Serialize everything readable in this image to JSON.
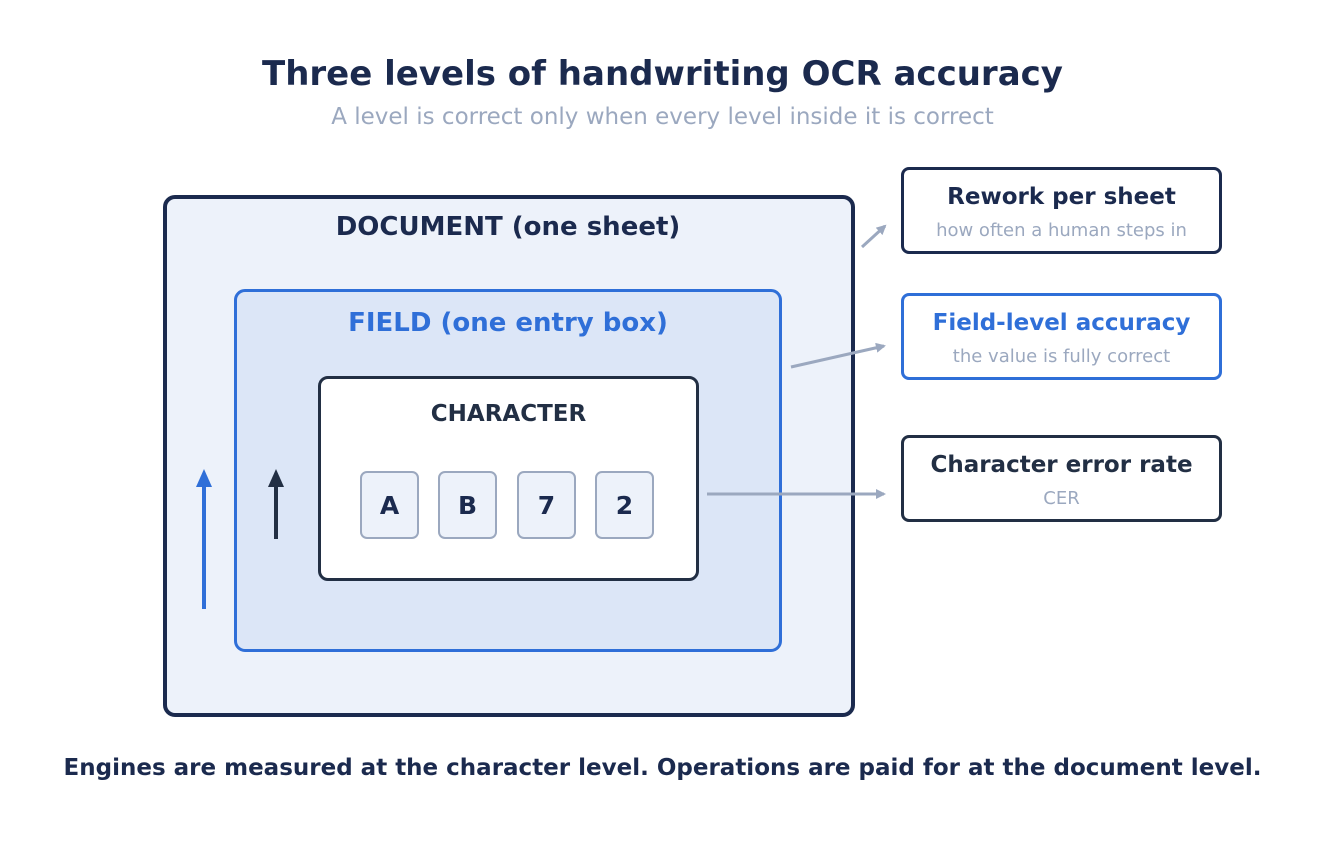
{
  "title": "Three levels of handwriting OCR accuracy",
  "subtitle": "A level is correct only when every level inside it is correct",
  "levels": {
    "document": "DOCUMENT  (one sheet)",
    "field": "FIELD  (one entry box)",
    "character": "CHARACTER"
  },
  "characters": [
    "A",
    "B",
    "7",
    "2"
  ],
  "metrics": [
    {
      "title": "Rework per sheet",
      "description": "how often a human steps in"
    },
    {
      "title": "Field-level accuracy",
      "description": "the value is fully correct"
    },
    {
      "title": "Character error rate",
      "description": "CER"
    }
  ],
  "footer": "Engines are measured at the character level. Operations are paid for at the document level.",
  "colors": {
    "navy": "#1b2a4e",
    "blue": "#2f6fd8",
    "slate": "#222f44",
    "gray": "#9ba8bf",
    "document_fill": "#edf2fa",
    "field_fill": "#dce6f7"
  }
}
